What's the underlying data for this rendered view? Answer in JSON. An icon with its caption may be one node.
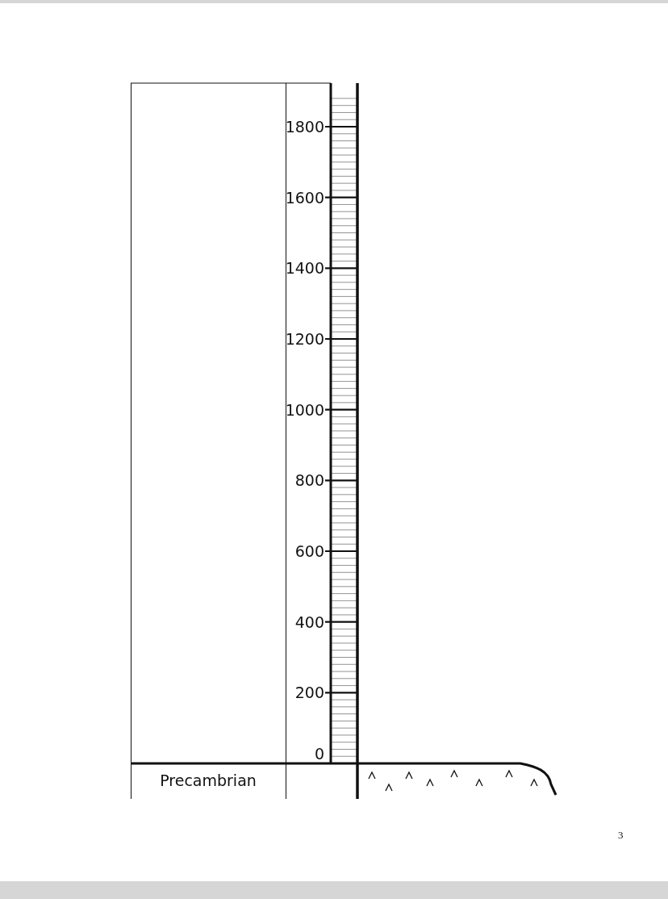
{
  "diagram": {
    "labels": [
      "1800",
      "1600",
      "1400",
      "1200",
      "1000",
      "800",
      "600",
      "400",
      "200",
      "0",
      "Precambrian",
      "3"
    ]
  }
}
